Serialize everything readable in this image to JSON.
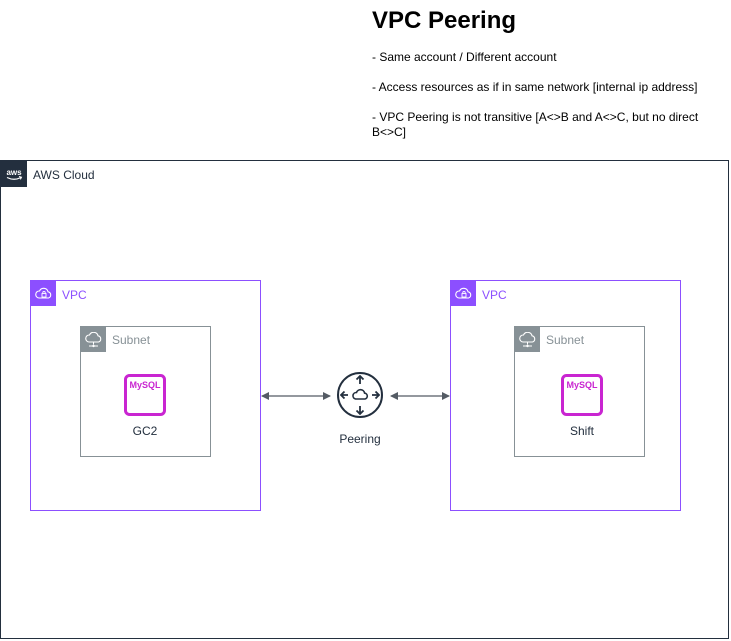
{
  "header": {
    "title": "VPC Peering",
    "bullets": [
      "- Same account / Different account",
      "- Access resources as if in same network [internal ip address]",
      "- VPC Peering is not transitive [A<>B and A<>C, but no direct B<>C]"
    ]
  },
  "cloud": {
    "label": "AWS Cloud",
    "tag_text": "aws"
  },
  "vpc_left": {
    "label": "VPC",
    "subnet_label": "Subnet",
    "db_icon_text": "MySQL",
    "db_label": "GC2"
  },
  "vpc_right": {
    "label": "VPC",
    "subnet_label": "Subnet",
    "db_icon_text": "MySQL",
    "db_label": "Shift"
  },
  "peering": {
    "label": "Peering"
  },
  "colors": {
    "cloud": "#232f3e",
    "vpc": "#8c4fff",
    "subnet": "#879196",
    "mysql": "#c925d1",
    "connector": "#545b64"
  }
}
